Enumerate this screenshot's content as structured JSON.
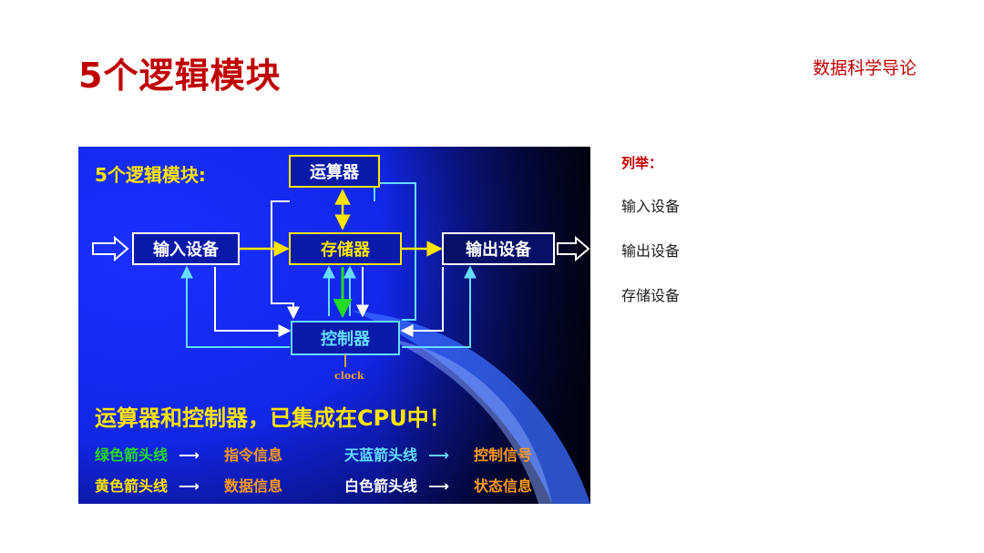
{
  "page": {
    "title": "5个逻辑模块",
    "course": "数据科学导论"
  },
  "diagram": {
    "heading": "5个逻辑模块:",
    "alu": "运算器",
    "memory": "存储器",
    "input": "输入设备",
    "output": "输出设备",
    "control": "控制器",
    "clock": "clock",
    "summary": "运算器和控制器，已集成在CPU中！",
    "legend": [
      {
        "line": "绿色箭头线",
        "meaning": "指令信息",
        "line_color": "#22dd22",
        "meaning_color": "#ff9a1a"
      },
      {
        "line": "天蓝箭头线",
        "meaning": "控制信号",
        "line_color": "#66ddff",
        "meaning_color": "#ff9a1a"
      },
      {
        "line": "黄色箭头线",
        "meaning": "数据信息",
        "line_color": "#ffe600",
        "meaning_color": "#ff9a1a"
      },
      {
        "line": "白色箭头线",
        "meaning": "状态信息",
        "line_color": "#ffffff",
        "meaning_color": "#ff9a1a"
      }
    ],
    "legend_arrow": "⟶",
    "colors": {
      "background": "#1226e6",
      "data_yellow": "#ffe600",
      "instr_green": "#22dd22",
      "ctrl_cyan": "#66ddff",
      "status_white": "#ffffff",
      "box_fill": "#0a1aa8",
      "clock_orange": "#f0a030"
    }
  },
  "side": {
    "heading": "列举：",
    "items": [
      "输入设备",
      "输出设备",
      "存储设备"
    ]
  }
}
